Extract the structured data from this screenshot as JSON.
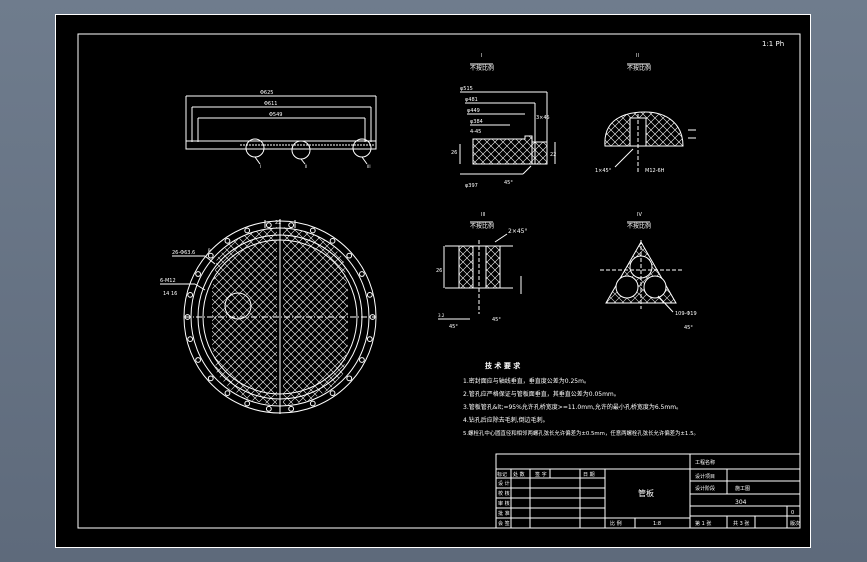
{
  "sheet": {
    "corner_tag": "1:1 Ph"
  },
  "detail_views": {
    "I": {
      "letter": "I",
      "scale": "不按比例"
    },
    "II": {
      "letter": "II",
      "scale": "不按比例"
    },
    "III": {
      "letter": "III",
      "scale": "不按比例"
    },
    "IV": {
      "letter": "IV",
      "scale": "不按比例"
    }
  },
  "section_view": {
    "dims": [
      "Φ625",
      "Φ611",
      "Φ549"
    ],
    "labels": [
      "I",
      "II",
      "III"
    ]
  },
  "plan_view": {
    "dims": [
      "22",
      "26-Φ63.6",
      "6-M12",
      "14  16"
    ],
    "hole_label": "P"
  },
  "detail_I": {
    "dims": [
      "φ515",
      "φ481",
      "φ449",
      "φ384",
      "4-45",
      "φ397",
      "3×45",
      "22",
      "26",
      "45°"
    ]
  },
  "detail_II": {
    "dims": [
      "1×45°",
      "M12-6H"
    ]
  },
  "detail_III": {
    "dims": [
      "2×45°",
      "26",
      "3.2",
      "45°"
    ]
  },
  "detail_IV": {
    "dims": [
      "109-Φ19",
      "45°"
    ]
  },
  "tech_requirements": {
    "title": "技 术 要 求",
    "items": [
      "1.密封面应与轴线垂直，垂直度公差为0.25m。",
      "2.管孔应严格保证与管板面垂直，其垂直公差为0.05mm。",
      "3.管板管孔&lt;=95%允许孔桥宽度>=11.0mm,允许的最小孔桥宽度为6.5mm。",
      "4.钻孔后应除去毛刺,倒边毛刺。",
      "5.螺栓孔中心圆直径和相邻两螺孔弦长允许偏差为±0.5mm，任意两螺栓孔弦长允许偏差为±1.5。"
    ]
  },
  "title_block": {
    "rows_left": [
      "设 计",
      "校 核",
      "审 核",
      "批 准",
      "会 签"
    ],
    "header": [
      "标记",
      "处 数",
      "签 字",
      "日 期"
    ],
    "drawing_name": "管板",
    "project_label": "工程名称",
    "design_project": "设计项目",
    "design_stage_label": "设计阶段",
    "design_stage": "施工图",
    "material": "304",
    "scale_label": "比 例",
    "scale": "1:8",
    "sheet": "第 1 张",
    "total": "共 3 张",
    "version_label": "版次",
    "version": "0"
  }
}
